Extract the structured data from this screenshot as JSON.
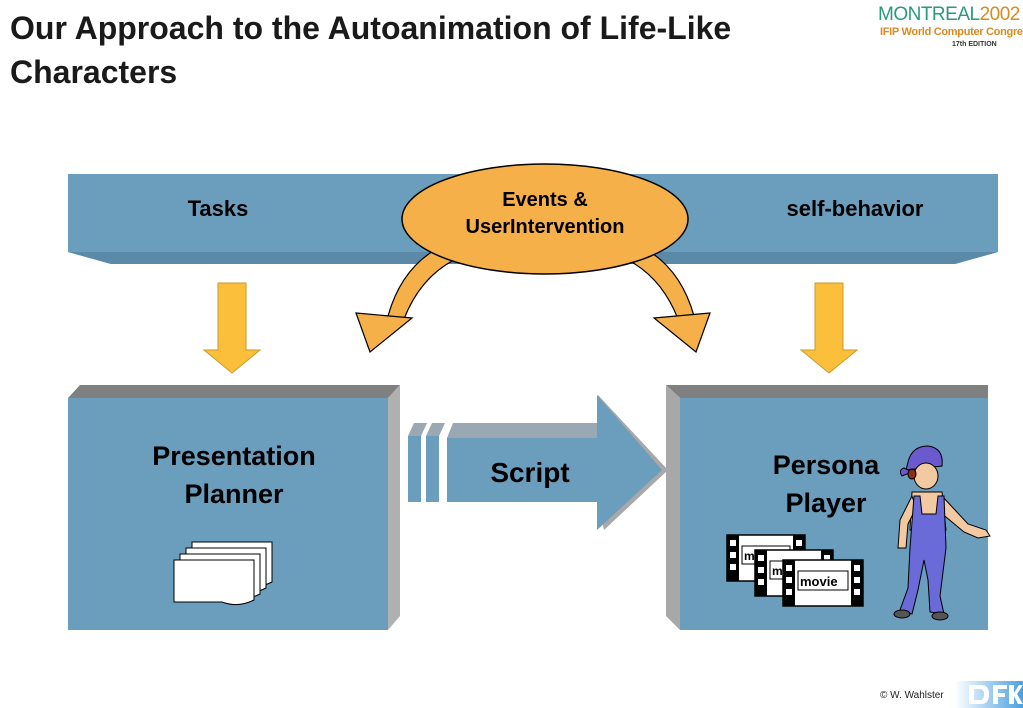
{
  "slide": {
    "title": "Our Approach to the Autoanimation of Life-Like Characters"
  },
  "logo": {
    "main": "MONTREAL",
    "year": "2002",
    "sub": "IFIP World Computer Congress",
    "edition": "17th EDITION"
  },
  "diagram": {
    "bar_left_label": "Tasks",
    "bar_right_label": "self-behavior",
    "ellipse_label_line1": "Events &",
    "ellipse_label_line2": "UserIntervention",
    "left_box_line1": "Presentation",
    "left_box_line2": "Planner",
    "arrow_label": "Script",
    "right_box_line1": "Persona",
    "right_box_line2": "Player",
    "film_label": "movie",
    "colors": {
      "box_fill": "#6b9ebd",
      "box_side": "#a8a8a8",
      "orange": "#f5b04a",
      "yellow_arrow": "#fbbf3c"
    }
  },
  "footer": {
    "copyright": "© W. Wahlster"
  }
}
